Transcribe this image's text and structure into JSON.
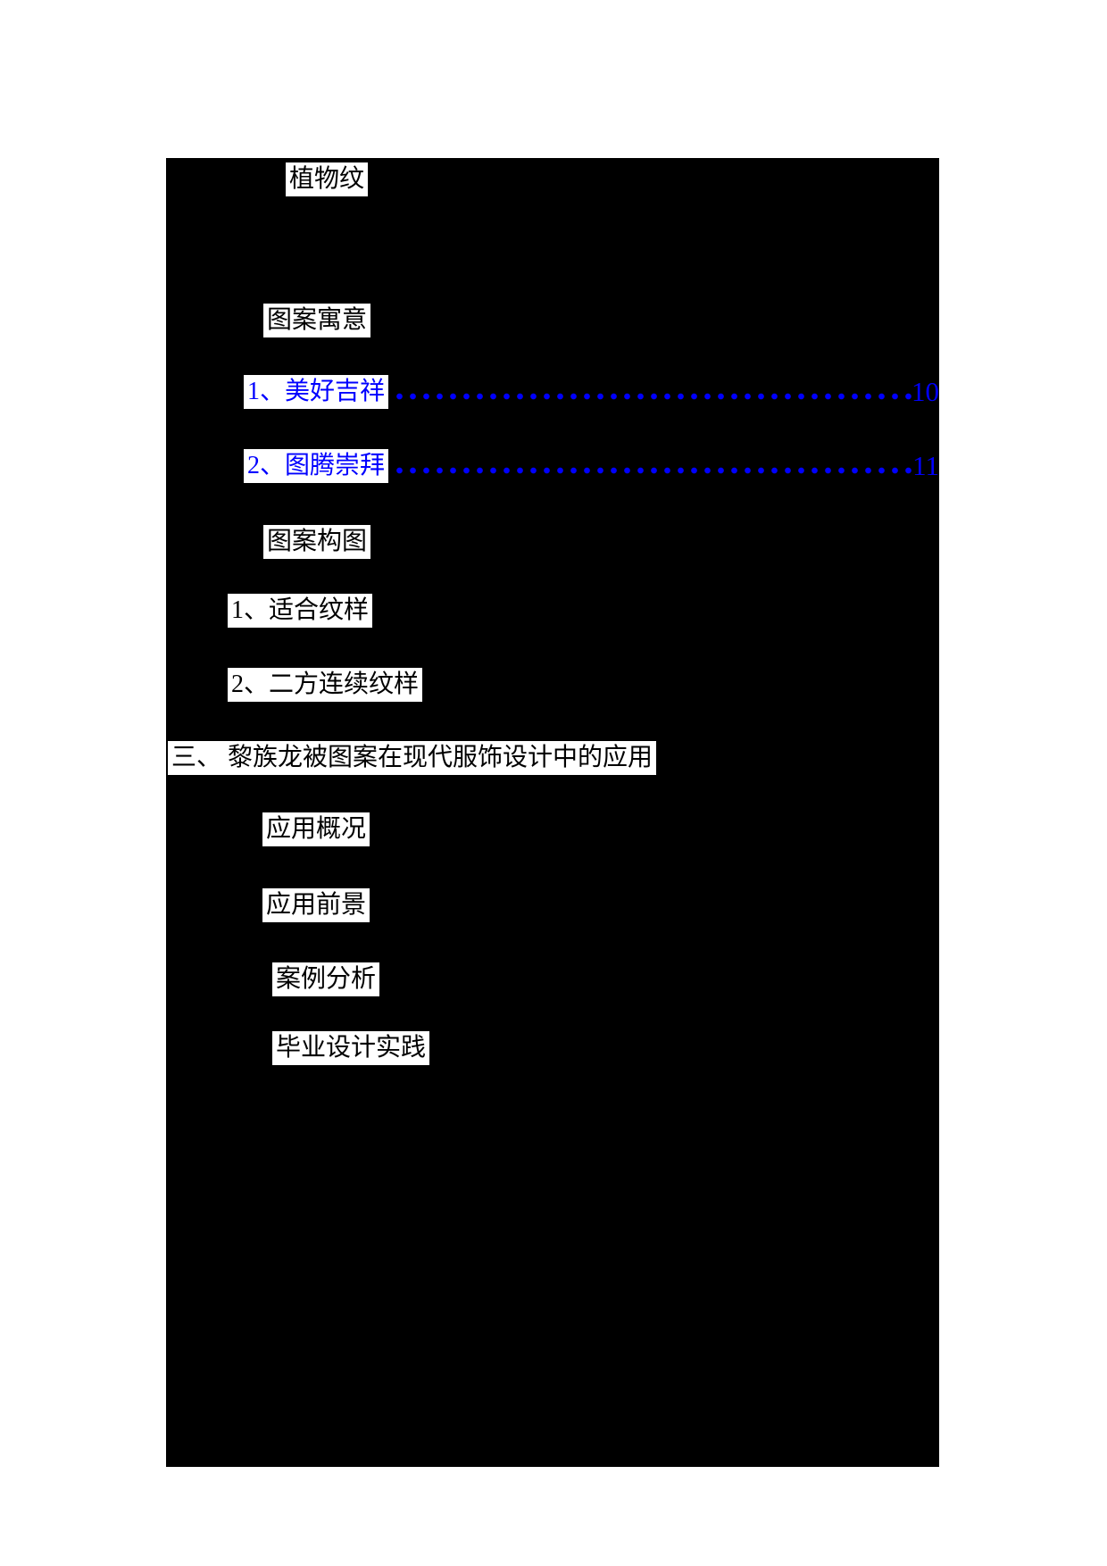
{
  "document": {
    "kind": "table-of-contents-page",
    "background_color": "#ffffff",
    "overlay_color": "#000000",
    "highlight_color": "#ffffff",
    "text_color": "#000000",
    "link_color": "#0000ff"
  },
  "toc": {
    "entries": [
      {
        "label": "植物纹"
      },
      {
        "label": "图案寓意"
      },
      {
        "label": "1、美好吉祥",
        "page_num": "10"
      },
      {
        "label": "2、图腾崇拜",
        "page_num": "11"
      },
      {
        "label": "图案构图"
      },
      {
        "label": "1、适合纹样"
      },
      {
        "label": "2、二方连续纹样"
      },
      {
        "label": "三、 黎族龙被图案在现代服饰设计中的应用"
      },
      {
        "label": "应用概况"
      },
      {
        "label": "应用前景"
      },
      {
        "label": "案例分析"
      },
      {
        "label": "毕业设计实践"
      }
    ]
  }
}
